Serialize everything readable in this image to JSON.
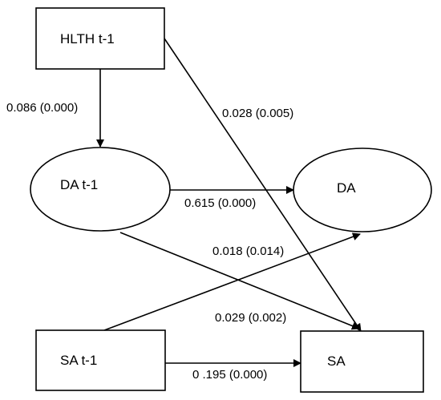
{
  "nodes": {
    "hlth_prev": {
      "label": "HLTH t-1",
      "shape": "rectangle"
    },
    "da_prev": {
      "label": "DA t-1",
      "shape": "ellipse"
    },
    "da": {
      "label": "DA",
      "shape": "ellipse"
    },
    "sa_prev": {
      "label": "SA t-1",
      "shape": "rectangle"
    },
    "sa": {
      "label": "SA",
      "shape": "rectangle"
    }
  },
  "edges": {
    "hlth_prev_to_da_prev": {
      "from": "HLTH t-1",
      "to": "DA t-1",
      "label": "0.086 (0.000)"
    },
    "hlth_prev_to_sa": {
      "from": "HLTH t-1",
      "to": "SA",
      "label": "0.028 (0.005)"
    },
    "da_prev_to_da": {
      "from": "DA t-1",
      "to": "DA",
      "label": "0.615 (0.000)"
    },
    "sa_prev_to_da": {
      "from": "SA t-1",
      "to": "DA",
      "label": "0.018 (0.014)"
    },
    "da_prev_to_sa": {
      "from": "DA t-1",
      "to": "SA",
      "label": "0.029 (0.002)"
    },
    "sa_prev_to_sa": {
      "from": "SA t-1",
      "to": "SA",
      "label": "0 .195 (0.000)"
    }
  },
  "colors": {
    "stroke": "#000000",
    "background": "#ffffff"
  }
}
